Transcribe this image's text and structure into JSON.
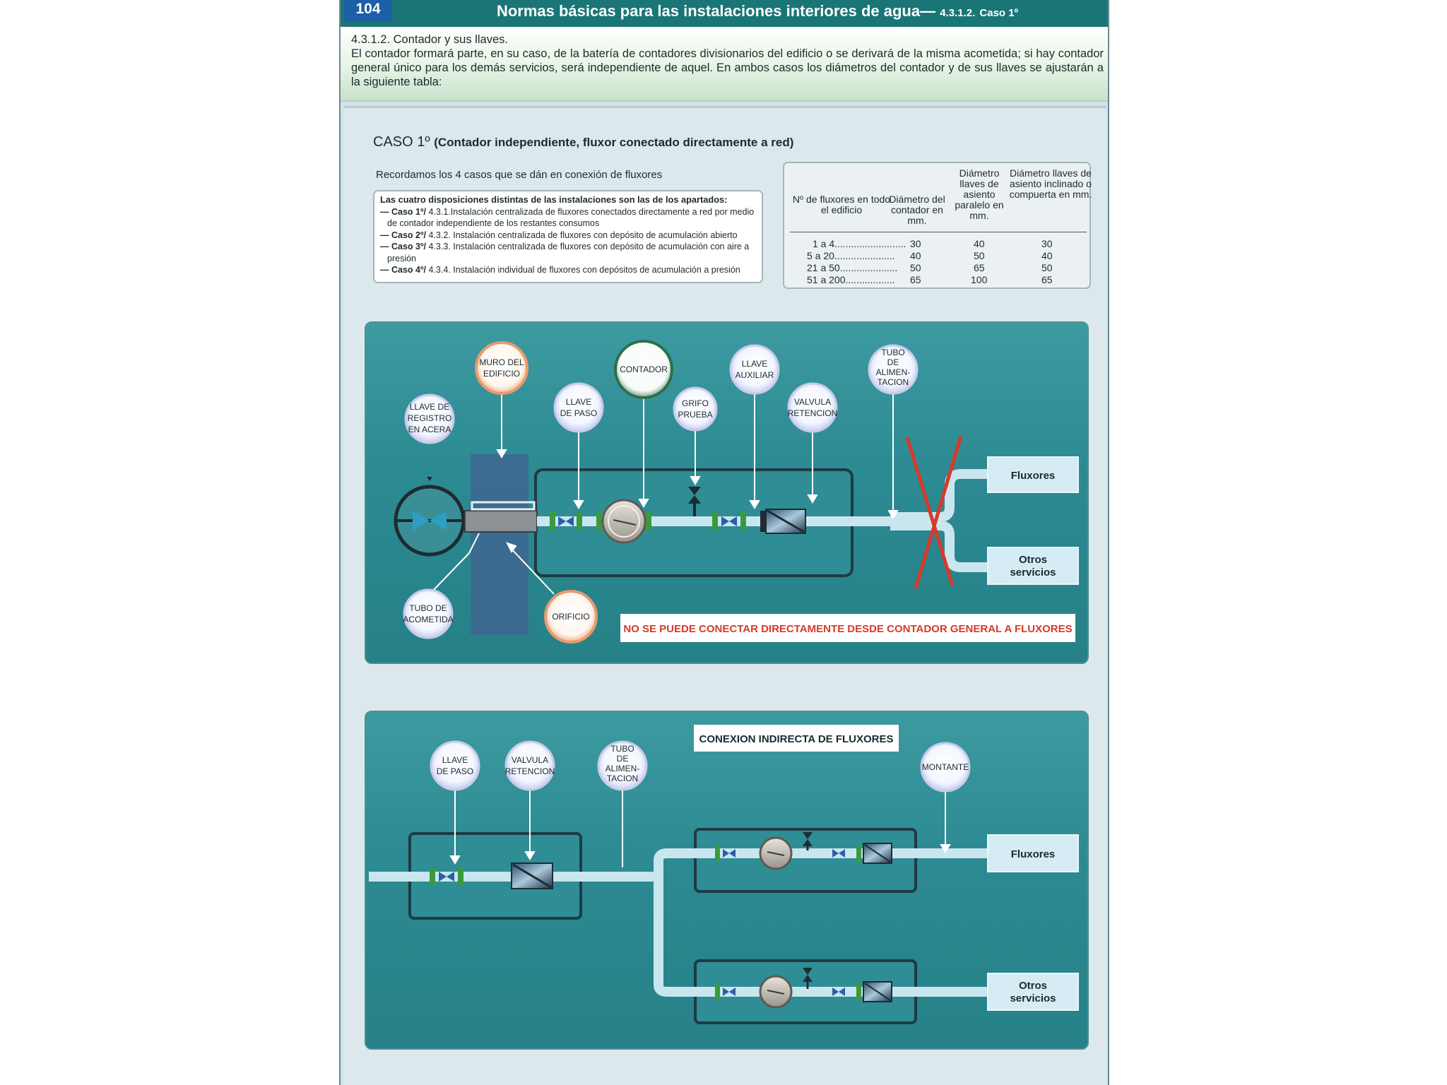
{
  "header": {
    "page_number": "104",
    "title": "Normas básicas para las instalaciones interiores de agua—",
    "section": "4.3.1.2.",
    "case": "Caso 1º"
  },
  "intro": {
    "heading": "4.3.1.2. Contador y sus llaves.",
    "body": "El contador formará parte, en su caso, de la batería de contadores divisionarios del edificio o se derivará de la misma acometida; si hay contador general único para los demás servicios, será independiente de aquel. En ambos casos los diámetros del contador y de sus llaves se ajustarán a la siguiente tabla:"
  },
  "caso": {
    "title": "CASO 1º",
    "subtitle": "(Contador independiente, fluxor conectado directamente a red)",
    "recall": "Recordamos los 4 casos que se dán en conexión de fluxores"
  },
  "cases_box": {
    "heading": "Las cuatro disposiciones distintas de las instalaciones son las de los apartados:",
    "rows": [
      {
        "label": "— Caso 1º/",
        "text": " 4.3.1.Instalación centralizada de fluxores conectados directamente a red por medio de contador independiente de los restantes consumos"
      },
      {
        "label": "— Caso 2º/",
        "text": " 4.3.2. Instalación centralizada de fluxores con depósito de acumulación abierto"
      },
      {
        "label": "— Caso 3º/",
        "text": " 4.3.3. Instalación centralizada de fluxores con depósito de acumulación con aire a presión"
      },
      {
        "label": "— Caso 4º/",
        "text": " 4.3.4. Instalación individual de fluxores con depósitos de acumulación a presión"
      }
    ]
  },
  "diam_table": {
    "headers": [
      "Nº de fluxores en todo el edificio",
      "Diámetro del contador en mm.",
      "Diámetro llaves de asiento paralelo en mm.",
      "Diámetro llaves de asiento inclinado o compuerta en mm."
    ],
    "rows": [
      [
        "1 a 4..........................",
        "30",
        "40",
        "30"
      ],
      [
        "5 a 20......................",
        "40",
        "50",
        "40"
      ],
      [
        "21 a 50.....................",
        "50",
        "65",
        "50"
      ],
      [
        "51 a 200..................",
        "65",
        "100",
        "65"
      ]
    ]
  },
  "diagram1": {
    "labels": {
      "llave_registro": [
        "LLAVE DE",
        "REGISTRO",
        "EN ACERA"
      ],
      "muro": [
        "MURO DEL",
        "EDIFICIO"
      ],
      "llave_paso": [
        "LLAVE",
        "DE PASO"
      ],
      "contador": [
        "CONTADOR"
      ],
      "grifo": [
        "GRIFO",
        "PRUEBA"
      ],
      "llave_auxiliar": [
        "LLAVE",
        "AUXILIAR"
      ],
      "valvula": [
        "VALVULA",
        "RETENCION"
      ],
      "tubo_alim": [
        "TUBO",
        "DE",
        "ALIMEN-",
        "TACION"
      ],
      "tubo_acometida": [
        "TUBO DE",
        "ACOMETIDA"
      ],
      "orificio": [
        "ORIFICIO"
      ]
    },
    "fluxores": "Fluxores",
    "otros": [
      "Otros",
      "servicios"
    ],
    "warning": "NO SE PUEDE CONECTAR DIRECTAMENTE DESDE CONTADOR GENERAL A FLUXORES"
  },
  "diagram2": {
    "title": "CONEXION INDIRECTA DE FLUXORES",
    "labels": {
      "llave_paso": [
        "LLAVE",
        "DE PASO"
      ],
      "valvula": [
        "VALVULA",
        "RETENCION"
      ],
      "tubo_alim": [
        "TUBO",
        "DE",
        "ALIMEN-",
        "TACION"
      ],
      "montante": [
        "MONTANTE"
      ]
    },
    "fluxores": "Fluxores",
    "otros": [
      "Otros",
      "servicios"
    ]
  },
  "colors": {
    "header_teal": "#1a7576",
    "page_number_blue": "#1d5fa8",
    "diagram_teal": "#2d8b93",
    "pipe": "#c9e6ef",
    "warning_red": "#d63a2a"
  }
}
